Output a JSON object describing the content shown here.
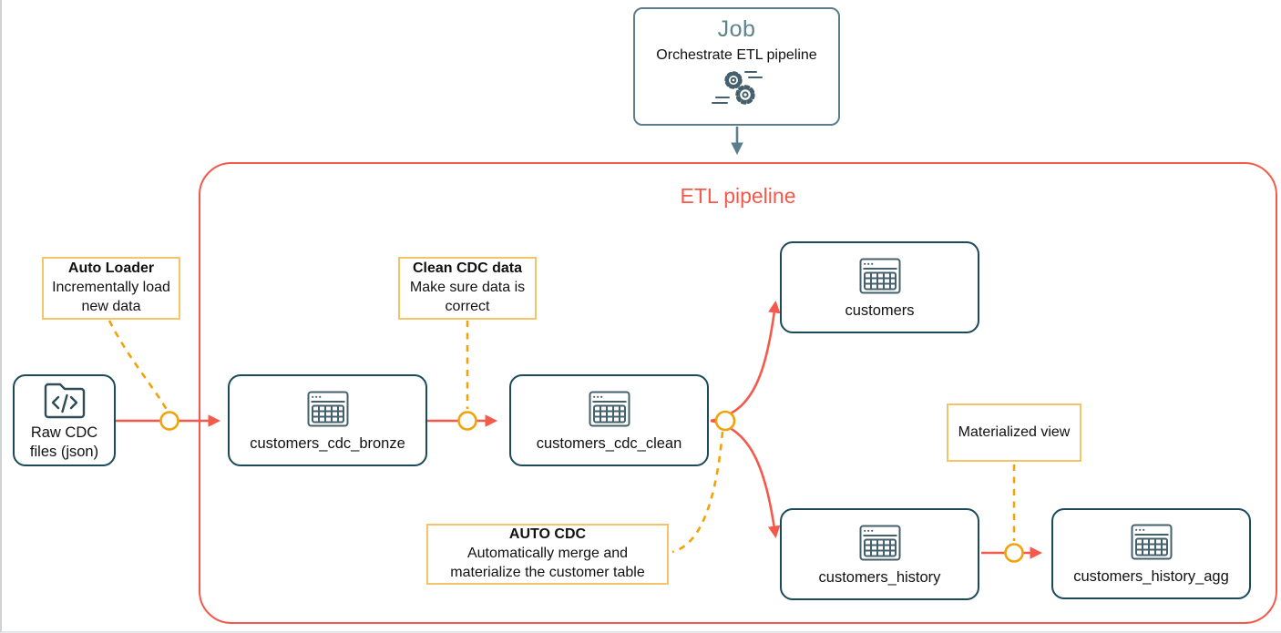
{
  "pipeline": {
    "label": "ETL pipeline"
  },
  "job": {
    "title": "Job",
    "subtitle": "Orchestrate ETL pipeline",
    "icon": "gears-icon"
  },
  "source": {
    "label": "Raw CDC files (json)",
    "icon": "code-folder-icon"
  },
  "nodes": [
    {
      "id": "customers_cdc_bronze",
      "label": "customers_cdc_bronze",
      "icon": "table-icon"
    },
    {
      "id": "customers_cdc_clean",
      "label": "customers_cdc_clean",
      "icon": "table-icon"
    },
    {
      "id": "customers",
      "label": "customers",
      "icon": "table-icon"
    },
    {
      "id": "customers_history",
      "label": "customers_history",
      "icon": "table-icon"
    },
    {
      "id": "customers_history_agg",
      "label": "customers_history_agg",
      "icon": "table-icon"
    }
  ],
  "annotations": [
    {
      "title": "Auto Loader",
      "body": "Incrementally load new data"
    },
    {
      "title": "Clean CDC data",
      "body": "Make sure data is correct"
    },
    {
      "title": "AUTO CDC",
      "body": "Automatically merge and materialize the customer table"
    },
    {
      "title": "",
      "body": "Materialized view"
    }
  ],
  "colors": {
    "coral": "#f4594b",
    "amber": "#f0a30a",
    "amber_light": "#f5c469",
    "teal_dark": "#1b4a59",
    "slate": "#5b7d8c",
    "icon_slate": "#44606c"
  }
}
